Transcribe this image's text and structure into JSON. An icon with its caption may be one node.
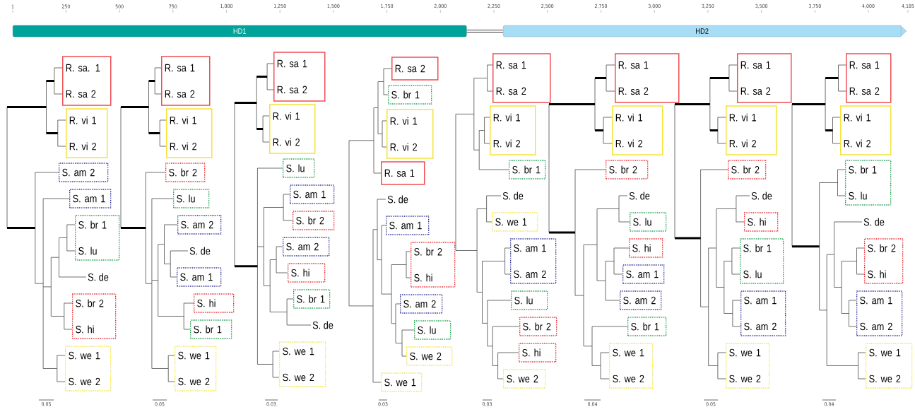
{
  "diagram": {
    "nodes": [
      {
        "text": [
          "HD1"
        ]
      },
      {
        "text": [
          "HD2"
        ]
      },
      {
        "text": [
          "R. sa. 1",
          "R. sa 2"
        ]
      },
      {
        "text": [
          "R. vi 1",
          "R. vi 2"
        ]
      },
      {
        "text": [
          "S. am 2"
        ]
      },
      {
        "text": [
          "S. am 1"
        ]
      },
      {
        "text": [
          "S. br 1",
          "S. lu"
        ]
      },
      {
        "text": [
          "S. br 2",
          "S. hi"
        ]
      },
      {
        "text": [
          "S. we 1",
          "S. we 2"
        ]
      },
      {
        "text": [
          "R. sa 1",
          "R. sa 2"
        ]
      },
      {
        "text": [
          "R. vi 1",
          "R. vi 2"
        ]
      },
      {
        "text": [
          "S. br 2"
        ]
      },
      {
        "text": [
          "S. lu"
        ]
      },
      {
        "text": [
          "S. am 2"
        ]
      },
      {
        "text": [
          "S. am 1"
        ]
      },
      {
        "text": [
          "S. hi"
        ]
      },
      {
        "text": [
          "S. br 1"
        ]
      },
      {
        "text": [
          "S. we 1",
          "S. we 2"
        ]
      },
      {
        "text": [
          "R. sa 1",
          "R. sa 2"
        ]
      },
      {
        "text": [
          "R. vi 1",
          "R. vi 2"
        ]
      },
      {
        "text": [
          "S. lu"
        ]
      },
      {
        "text": [
          "S. am 1"
        ]
      },
      {
        "text": [
          "S. br 2"
        ]
      },
      {
        "text": [
          "S. am 2"
        ]
      },
      {
        "text": [
          "S. hi"
        ]
      },
      {
        "text": [
          "S. br 1"
        ]
      },
      {
        "text": [
          "S. we 1",
          "S. we 2"
        ]
      },
      {
        "text": [
          "R. sa 2"
        ]
      },
      {
        "text": [
          "S. br 1"
        ]
      },
      {
        "text": [
          "R. vi 1",
          "R. vi 2"
        ]
      },
      {
        "text": [
          "R. sa 1"
        ]
      },
      {
        "text": [
          "S. am 1"
        ]
      },
      {
        "text": [
          "S. br 2",
          "S. hi"
        ]
      },
      {
        "text": [
          "S. am 2"
        ]
      },
      {
        "text": [
          "S. lu"
        ]
      },
      {
        "text": [
          "S. we 2"
        ]
      },
      {
        "text": [
          "S. we 1"
        ]
      },
      {
        "text": [
          "R. sa 1",
          "R. sa 2"
        ]
      },
      {
        "text": [
          "R. vi 1",
          "R. vi 2"
        ]
      },
      {
        "text": [
          "S. br 1"
        ]
      },
      {
        "text": [
          "S. we 1"
        ]
      },
      {
        "text": [
          "S. am 1",
          "S. am 2"
        ]
      },
      {
        "text": [
          "S. lu"
        ]
      },
      {
        "text": [
          "S. br 2"
        ]
      },
      {
        "text": [
          "S. hi"
        ]
      },
      {
        "text": [
          "S. we 2"
        ]
      },
      {
        "text": [
          "R. sa 1",
          "R. sa 2"
        ]
      },
      {
        "text": [
          "R. vi 1",
          "R. vi 2"
        ]
      },
      {
        "text": [
          "S. br 2"
        ]
      },
      {
        "text": [
          "S. lu"
        ]
      },
      {
        "text": [
          "S. hi"
        ]
      },
      {
        "text": [
          "S. am 1"
        ]
      },
      {
        "text": [
          "S. am 2"
        ]
      },
      {
        "text": [
          "S. br 1"
        ]
      },
      {
        "text": [
          "S. we 1",
          "S. we 2"
        ]
      },
      {
        "text": [
          "R. sa 1",
          "R. sa 2"
        ]
      },
      {
        "text": [
          "R. vi 1",
          "R. vi 2"
        ]
      },
      {
        "text": [
          "S. br 2"
        ]
      },
      {
        "text": [
          "S. hi"
        ]
      },
      {
        "text": [
          "S. br 1",
          "S. lu"
        ]
      },
      {
        "text": [
          "S. am 1",
          "S. am 2"
        ]
      },
      {
        "text": [
          "S. we 1",
          "S. we 2"
        ]
      },
      {
        "text": [
          "R. sa 1",
          "R. sa 2"
        ]
      },
      {
        "text": [
          "R. vi 1",
          "R. vi 2"
        ]
      },
      {
        "text": [
          "S. br 1",
          "S. lu"
        ]
      },
      {
        "text": [
          "S. br 2",
          "S. hi"
        ]
      },
      {
        "text": [
          "S. am 1",
          "S. am 2"
        ]
      },
      {
        "text": [
          "S. we 1",
          "S. we 2"
        ]
      }
    ],
    "edges": [
      {
        "from": 0,
        "to": 1,
        "arrow": "none"
      }
    ],
    "labels": [
      "1",
      "250",
      "500",
      "750",
      "1,000",
      "1,250",
      "1,500",
      "1,750",
      "2,000",
      "2,250",
      "2,500",
      "2,750",
      "3,000",
      "3,250",
      "3,500",
      "3,750",
      "4,000",
      "4,185",
      "S. de",
      "0.05",
      "S. de",
      "0.05",
      "S. de",
      "0.03",
      "S. de",
      "0.03",
      "S. de",
      "0.03",
      "S. de",
      "0.04",
      "S. de",
      "0.05",
      "S. de",
      "0.04"
    ]
  }
}
